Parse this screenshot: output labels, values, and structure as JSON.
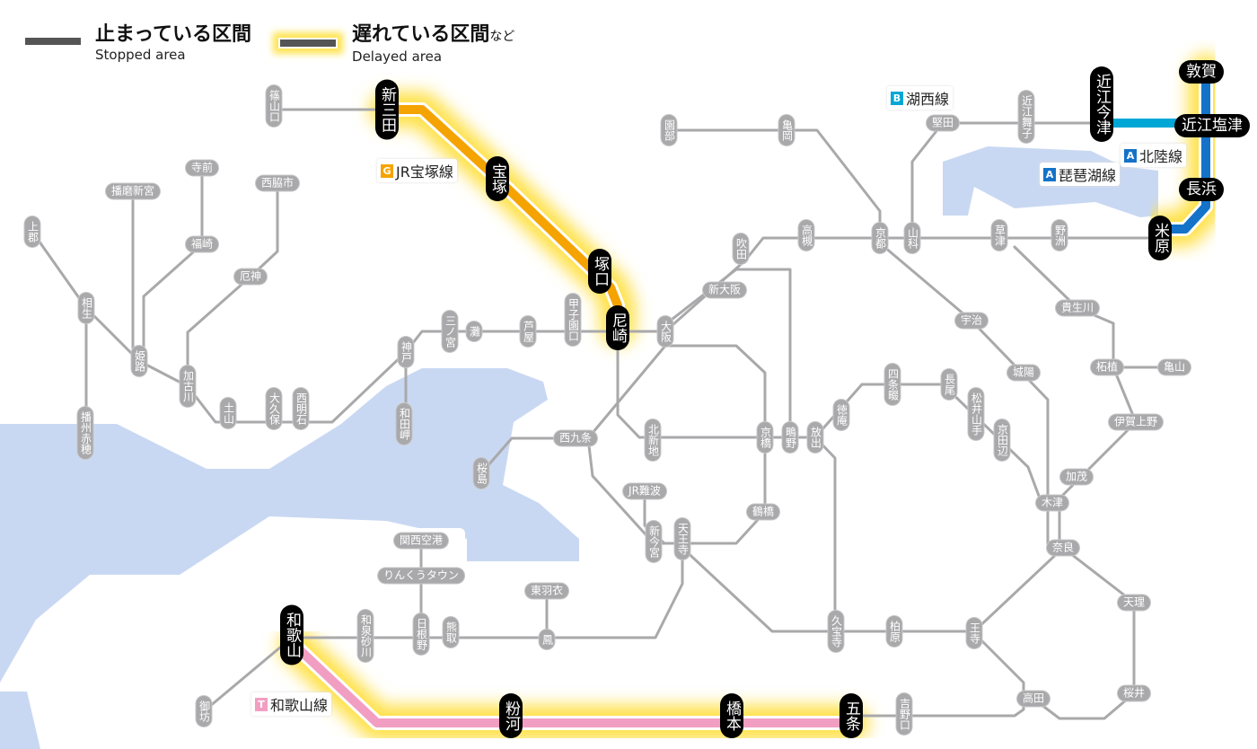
{
  "legend": {
    "stopped": {
      "jp": "止まっている区間",
      "en": "Stopped area"
    },
    "delayed": {
      "jp": "遅れている区間",
      "jp_suffix": "など",
      "en": "Delayed area"
    }
  },
  "line_labels": [
    {
      "badge": "G",
      "name": "JR宝塚線",
      "color": "#f5a300"
    },
    {
      "badge": "B",
      "name": "湖西線",
      "color": "#00a7d6"
    },
    {
      "badge": "A",
      "name": "北陸線",
      "color": "#1473c8"
    },
    {
      "badge": "A",
      "name": "琵琶湖線",
      "color": "#1473c8"
    },
    {
      "badge": "T",
      "name": "和歌山線",
      "color": "#f19ec2"
    }
  ],
  "colors": {
    "glow": "#ffe14a",
    "takarazuka": "#f5a300",
    "wakayama": "#f19ec2",
    "hokuriku": "#1473c8",
    "kosei": "#00a7d6",
    "normal_line": "#a9a9ab",
    "water": "#c9d8f2"
  },
  "stations": [
    {
      "name": "篠山口",
      "status": "normal"
    },
    {
      "name": "新三田",
      "status": "delayed"
    },
    {
      "name": "宝塚",
      "status": "delayed"
    },
    {
      "name": "塚口",
      "status": "delayed"
    },
    {
      "name": "尼崎",
      "status": "delayed"
    },
    {
      "name": "播磨新宮",
      "status": "normal"
    },
    {
      "name": "寺前",
      "status": "normal"
    },
    {
      "name": "西脇市",
      "status": "normal"
    },
    {
      "name": "上郡",
      "status": "normal"
    },
    {
      "name": "福崎",
      "status": "normal"
    },
    {
      "name": "厄神",
      "status": "normal"
    },
    {
      "name": "相生",
      "status": "normal"
    },
    {
      "name": "姫路",
      "status": "normal"
    },
    {
      "name": "加古川",
      "status": "normal"
    },
    {
      "name": "土山",
      "status": "normal"
    },
    {
      "name": "大久保",
      "status": "normal"
    },
    {
      "name": "西明石",
      "status": "normal"
    },
    {
      "name": "播州赤穂",
      "status": "normal"
    },
    {
      "name": "神戸",
      "status": "normal"
    },
    {
      "name": "和田岬",
      "status": "normal"
    },
    {
      "name": "三ノ宮",
      "status": "normal"
    },
    {
      "name": "灘",
      "status": "normal"
    },
    {
      "name": "芦屋",
      "status": "normal"
    },
    {
      "name": "甲子園口",
      "status": "normal"
    },
    {
      "name": "大阪",
      "status": "normal"
    },
    {
      "name": "新大阪",
      "status": "normal"
    },
    {
      "name": "吹田",
      "status": "normal"
    },
    {
      "name": "高槻",
      "status": "normal"
    },
    {
      "name": "京都",
      "status": "normal"
    },
    {
      "name": "山科",
      "status": "normal"
    },
    {
      "name": "草津",
      "status": "normal"
    },
    {
      "name": "野洲",
      "status": "normal"
    },
    {
      "name": "米原",
      "status": "delayed"
    },
    {
      "name": "園部",
      "status": "normal"
    },
    {
      "name": "亀岡",
      "status": "normal"
    },
    {
      "name": "堅田",
      "status": "normal"
    },
    {
      "name": "近江舞子",
      "status": "normal"
    },
    {
      "name": "近江今津",
      "status": "delayed"
    },
    {
      "name": "敦賀",
      "status": "delayed"
    },
    {
      "name": "近江塩津",
      "status": "delayed"
    },
    {
      "name": "長浜",
      "status": "delayed"
    },
    {
      "name": "西九条",
      "status": "normal"
    },
    {
      "name": "北新地",
      "status": "normal"
    },
    {
      "name": "京橋",
      "status": "normal"
    },
    {
      "name": "鴫野",
      "status": "normal"
    },
    {
      "name": "放出",
      "status": "normal"
    },
    {
      "name": "徳庵",
      "status": "normal"
    },
    {
      "name": "四条畷",
      "status": "normal"
    },
    {
      "name": "長尾",
      "status": "normal"
    },
    {
      "name": "松井山手",
      "status": "normal"
    },
    {
      "name": "京田辺",
      "status": "normal"
    },
    {
      "name": "桜島",
      "status": "normal"
    },
    {
      "name": "JR難波",
      "status": "normal"
    },
    {
      "name": "鶴橋",
      "status": "normal"
    },
    {
      "name": "新今宮",
      "status": "normal"
    },
    {
      "name": "天王寺",
      "status": "normal"
    },
    {
      "name": "宇治",
      "status": "normal"
    },
    {
      "name": "城陽",
      "status": "normal"
    },
    {
      "name": "貴生川",
      "status": "normal"
    },
    {
      "name": "柘植",
      "status": "normal"
    },
    {
      "name": "亀山",
      "status": "normal"
    },
    {
      "name": "伊賀上野",
      "status": "normal"
    },
    {
      "name": "加茂",
      "status": "normal"
    },
    {
      "name": "木津",
      "status": "normal"
    },
    {
      "name": "奈良",
      "status": "normal"
    },
    {
      "name": "天理",
      "status": "normal"
    },
    {
      "name": "桜井",
      "status": "normal"
    },
    {
      "name": "高田",
      "status": "normal"
    },
    {
      "name": "王寺",
      "status": "normal"
    },
    {
      "name": "柏原",
      "status": "normal"
    },
    {
      "name": "久宝寺",
      "status": "normal"
    },
    {
      "name": "関西空港",
      "status": "normal"
    },
    {
      "name": "りんくうタウン",
      "status": "normal"
    },
    {
      "name": "東羽衣",
      "status": "normal"
    },
    {
      "name": "鳳",
      "status": "normal"
    },
    {
      "name": "熊取",
      "status": "normal"
    },
    {
      "name": "日根野",
      "status": "normal"
    },
    {
      "name": "和泉砂川",
      "status": "normal"
    },
    {
      "name": "和歌山",
      "status": "delayed"
    },
    {
      "name": "御坊",
      "status": "normal"
    },
    {
      "name": "粉河",
      "status": "delayed"
    },
    {
      "name": "橋本",
      "status": "delayed"
    },
    {
      "name": "五条",
      "status": "delayed"
    },
    {
      "name": "吉野口",
      "status": "normal"
    }
  ]
}
